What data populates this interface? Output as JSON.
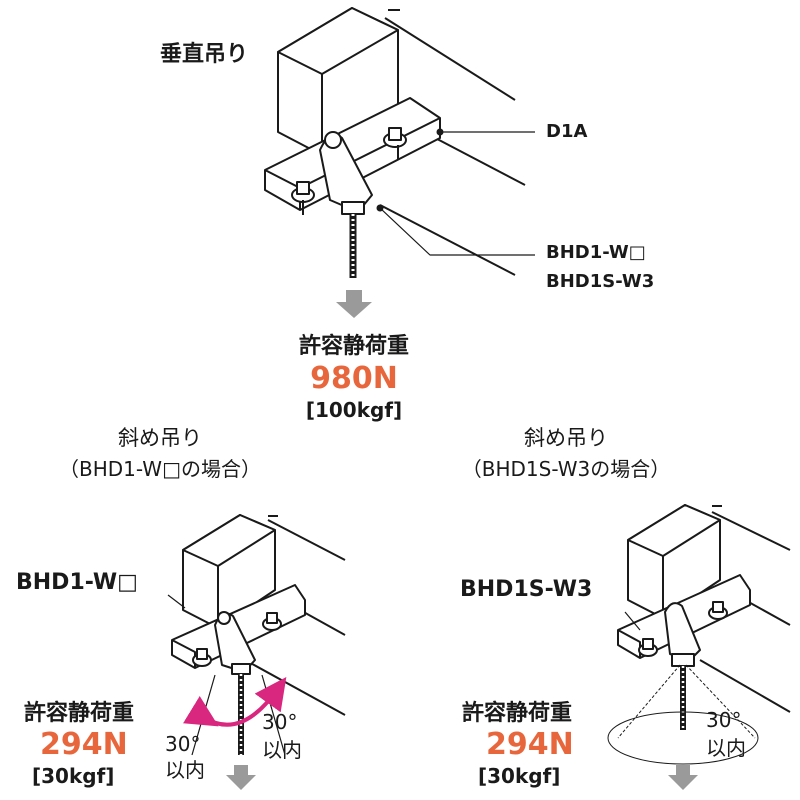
{
  "top": {
    "title": "垂直吊り",
    "label_d1a": "D1A",
    "label_bhd1w": "BHD1-W□",
    "label_bhd1sw3": "BHD1S-W3",
    "load_heading": "許容静荷重",
    "load_value": "980N",
    "load_kgf": "[100kgf]"
  },
  "left": {
    "title": "斜め吊り",
    "subtitle": "（BHD1-W□の場合）",
    "part_label": "BHD1-W□",
    "load_heading": "許容静荷重",
    "load_value": "294N",
    "load_kgf": "[30kgf]",
    "angle_left": "30°",
    "angle_left_sub": "以内",
    "angle_right": "30°",
    "angle_right_sub": "以内"
  },
  "right": {
    "title": "斜め吊り",
    "subtitle": "（BHD1S-W3の場合）",
    "part_label": "BHD1S-W3",
    "load_heading": "許容静荷重",
    "load_value": "294N",
    "load_kgf": "[30kgf]",
    "angle": "30°",
    "angle_sub": "以内"
  },
  "colors": {
    "accent": "#e8663c",
    "ink": "#1a1a1a",
    "arrow": "#9a9a9a",
    "magenta": "#d9267e"
  }
}
